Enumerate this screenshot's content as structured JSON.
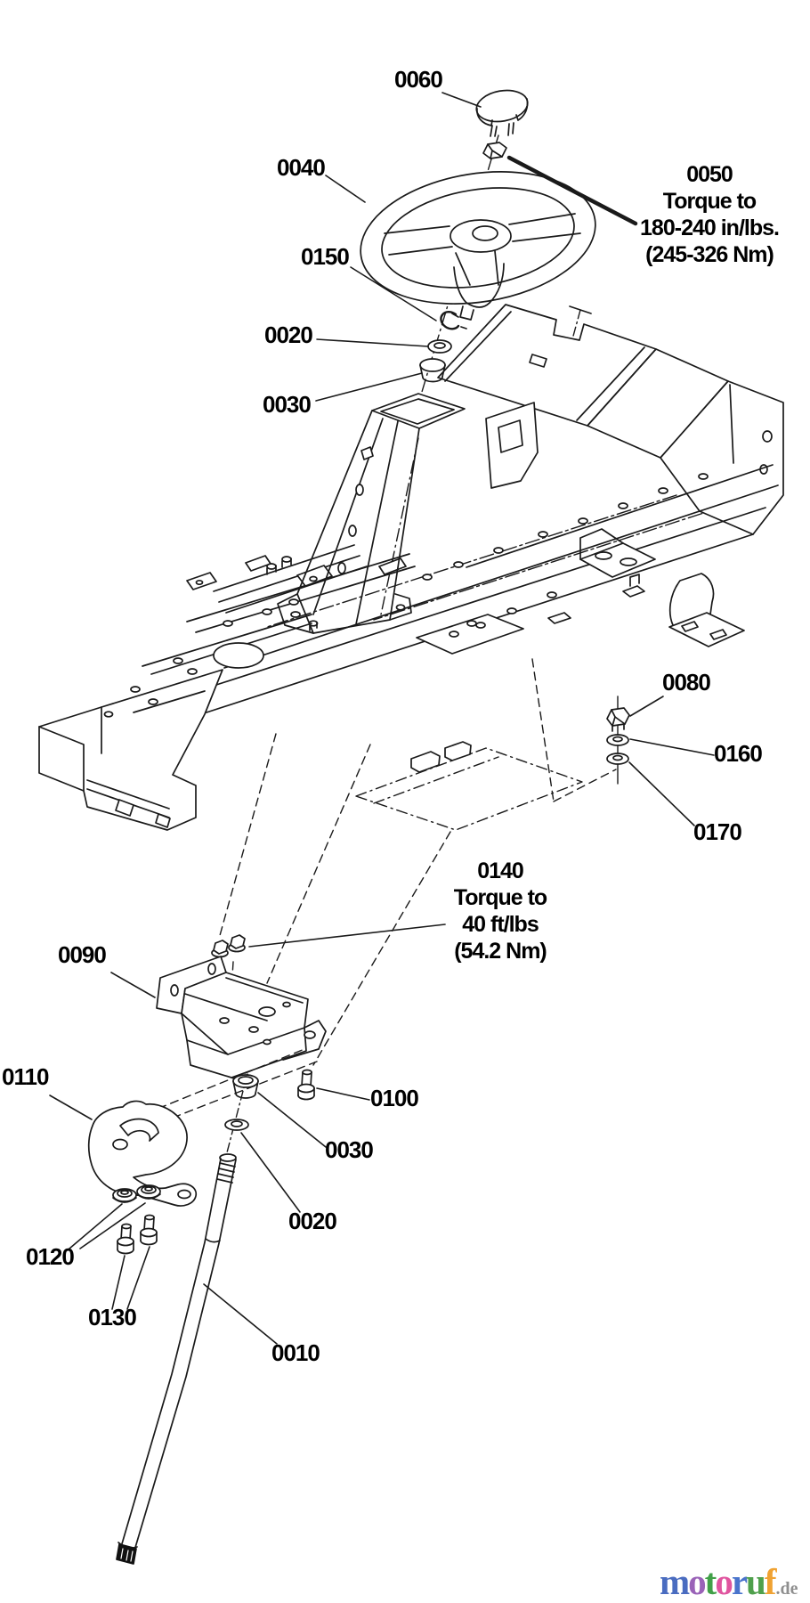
{
  "diagram": {
    "type": "exploded-parts-diagram",
    "subject": "steering-assembly",
    "callouts": [
      {
        "part": "0060"
      },
      {
        "part": "0040"
      },
      {
        "part": "0150"
      },
      {
        "part": "0020"
      },
      {
        "part": "0030"
      },
      {
        "part": "0080"
      },
      {
        "part": "0160"
      },
      {
        "part": "0170"
      },
      {
        "part": "0090"
      },
      {
        "part": "0100"
      },
      {
        "part": "0110"
      },
      {
        "part": "0030"
      },
      {
        "part": "0020"
      },
      {
        "part": "0120"
      },
      {
        "part": "0130"
      },
      {
        "part": "0010"
      }
    ],
    "notes": [
      {
        "lines": [
          "0050",
          "Torque to",
          "180-240 in/lbs.",
          "(245-326 Nm)"
        ]
      },
      {
        "lines": [
          "0140",
          "Torque to",
          "40 ft/lbs",
          "(54.2 Nm)"
        ]
      }
    ]
  },
  "watermark": {
    "letters": [
      {
        "ch": "m",
        "color": "#4a6cc0"
      },
      {
        "ch": "o",
        "color": "#9a63b8"
      },
      {
        "ch": "t",
        "color": "#41a048"
      },
      {
        "ch": "o",
        "color": "#e0559f"
      },
      {
        "ch": "r",
        "color": "#4a74cc"
      },
      {
        "ch": "u",
        "color": "#4fa04c"
      },
      {
        "ch": "f",
        "color": "#f0a232"
      }
    ],
    "suffix": {
      "text": ".de",
      "color": "#8f8f8f"
    }
  },
  "colors": {
    "line": "#1a1a1a",
    "background": "#ffffff"
  }
}
